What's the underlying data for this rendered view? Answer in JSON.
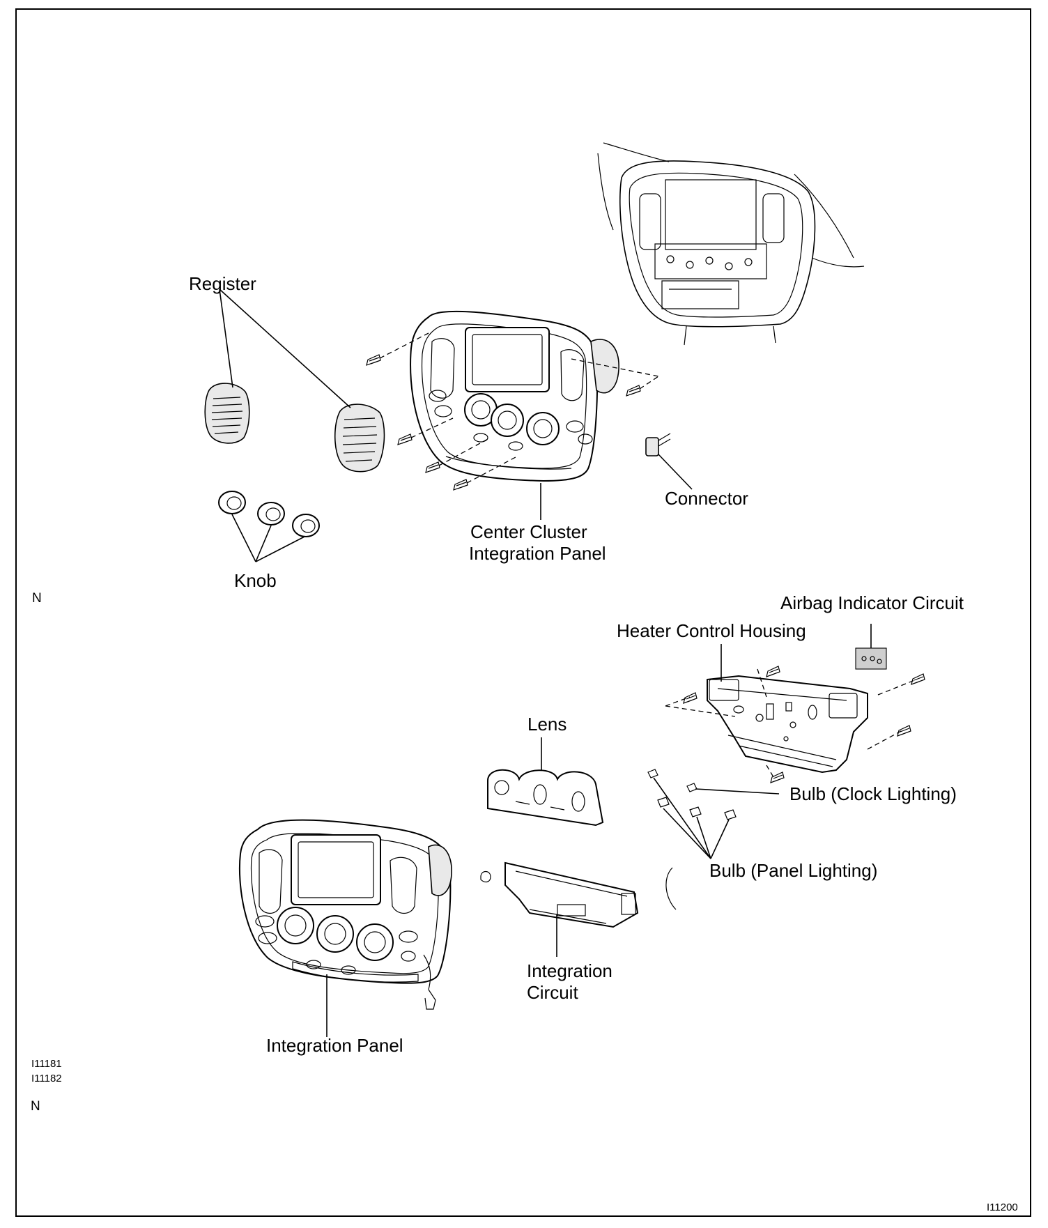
{
  "labels": {
    "register": "Register",
    "center_cluster_line1": "Center Cluster",
    "center_cluster_line2": "Integration Panel",
    "connector": "Connector",
    "knob": "Knob",
    "airbag_indicator_circuit": "Airbag Indicator Circuit",
    "heater_control_housing": "Heater Control Housing",
    "lens": "Lens",
    "bulb_clock_lighting": "Bulb (Clock Lighting)",
    "bulb_panel_lighting": "Bulb (Panel Lighting)",
    "integration_circuit_line1": "Integration",
    "integration_circuit_line2": "Circuit",
    "integration_panel": "Integration Panel"
  },
  "markers": {
    "n_upper": "N",
    "n_lower": "N"
  },
  "figure_codes": {
    "code_a": "I11181",
    "code_b": "I11182",
    "code_corner": "I11200"
  }
}
